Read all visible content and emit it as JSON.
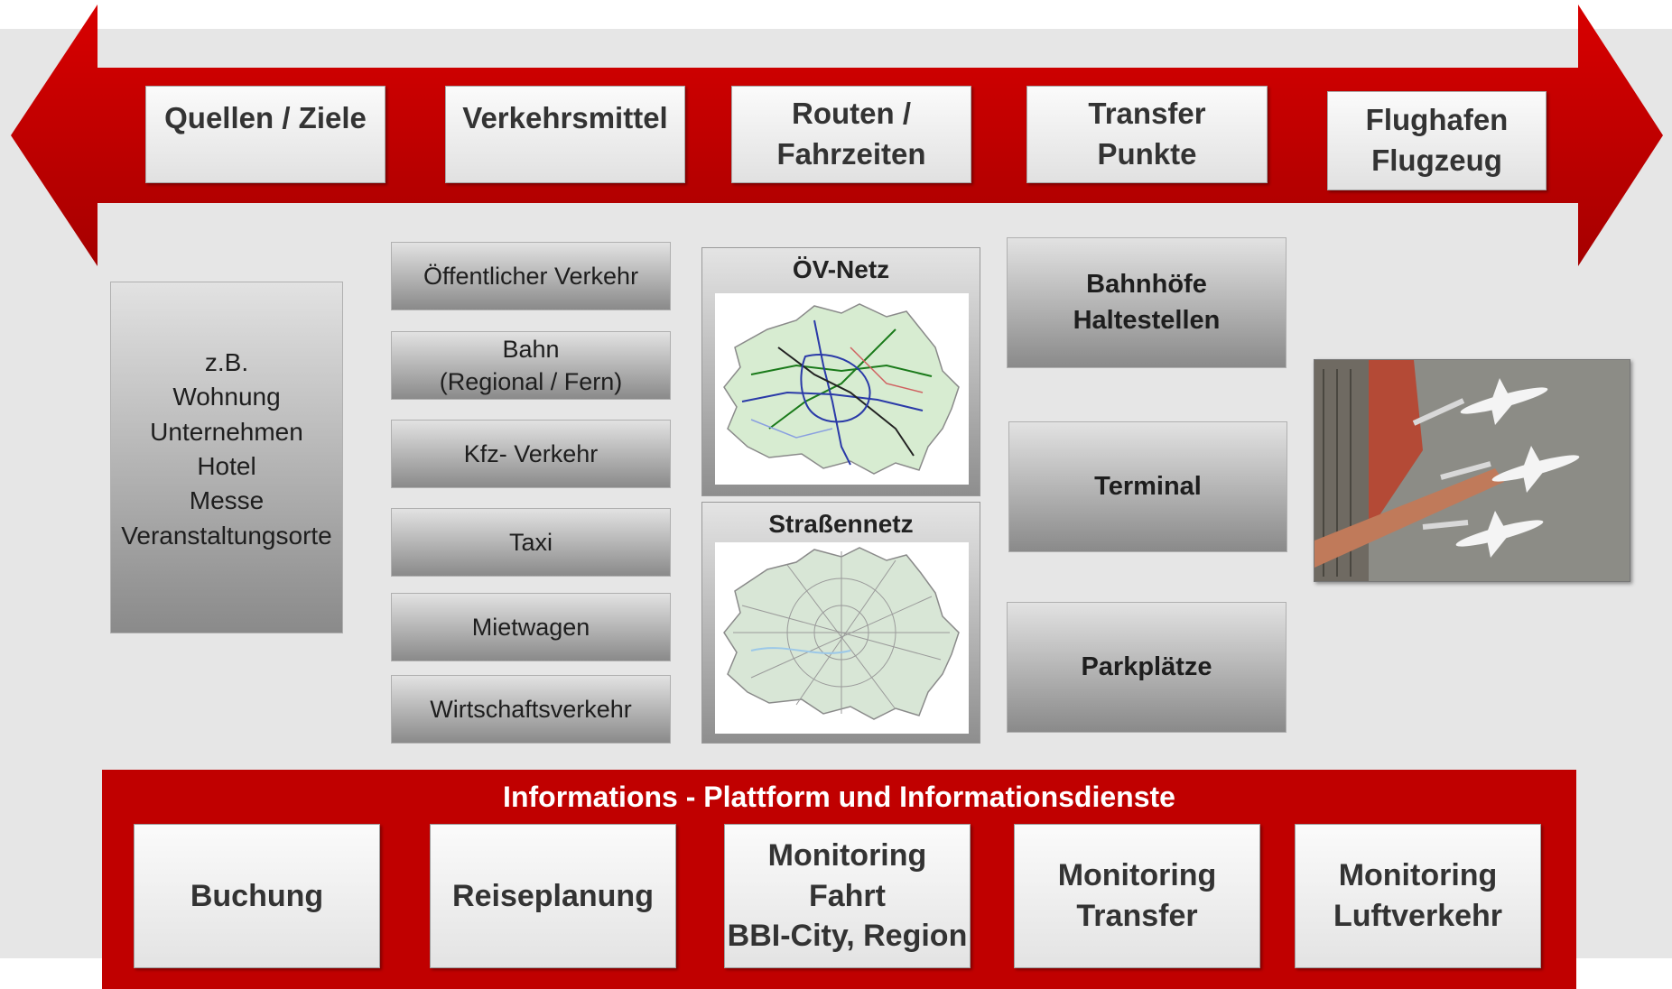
{
  "top_arrow": {
    "color": "#c00000",
    "boxes": [
      "Quellen / Ziele",
      "Verkehrsmittel",
      "Routen  /\nFahrzeiten",
      "Transfer\nPunkte",
      "Flughafen\nFlugzeug"
    ]
  },
  "sources": {
    "text": "z.B.\nWohnung\nUnternehmen\nHotel\nMesse\nVeranstaltungsorte"
  },
  "modes": [
    "Öffentlicher Verkehr",
    "Bahn\n(Regional / Fern)",
    "Kfz- Verkehr",
    "Taxi",
    "Mietwagen",
    "Wirtschaftsverkehr"
  ],
  "maps": {
    "oev_title": "ÖV-Netz",
    "road_title": "Straßennetz"
  },
  "transfer_points": [
    "Bahnhöfe\nHaltestellen",
    "Terminal",
    "Parkplätze"
  ],
  "airport_photo": {
    "icon": "airport-aerial-photo"
  },
  "platform": {
    "title": "Informations - Plattform und Informationsdienste",
    "color": "#c00000",
    "services": [
      "Buchung",
      "Reiseplanung",
      "Monitoring\nFahrt\nBBI-City, Region",
      "Monitoring\nTransfer",
      "Monitoring\nLuftverkehr"
    ]
  }
}
